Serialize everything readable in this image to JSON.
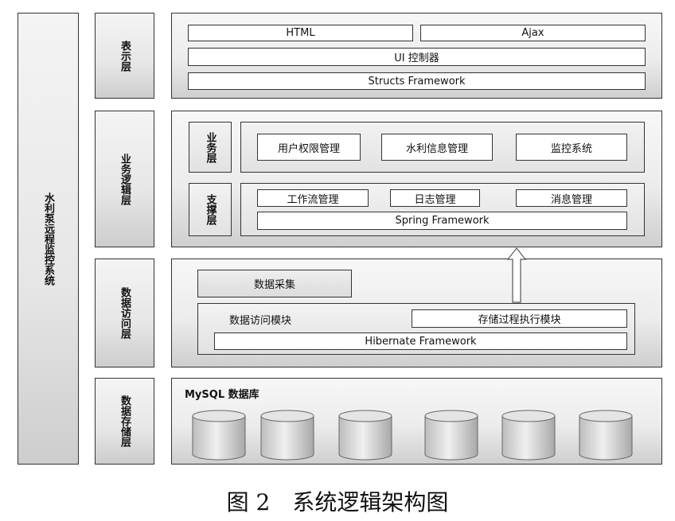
{
  "system_label": "水利泵远程监控系统",
  "layers": {
    "presentation": {
      "label": "表示层",
      "html": "HTML",
      "ajax": "Ajax",
      "ui_controller": "UI 控制器",
      "structs": "Structs Framework"
    },
    "business": {
      "label": "业务逻辑层",
      "service": {
        "label": "业务层",
        "items": [
          "用户权限管理",
          "水利信息管理",
          "监控系统"
        ]
      },
      "support": {
        "label": "支撑层",
        "items": [
          "工作流管理",
          "日志管理",
          "消息管理"
        ],
        "framework": "Spring Framework"
      }
    },
    "data_access": {
      "label": "数据访问层",
      "collection": "数据采集",
      "module": "数据访问模块",
      "stored_proc": "存储过程执行模块",
      "framework": "Hibernate Framework"
    },
    "storage": {
      "label": "数据存储层",
      "db_title": "MySQL 数据库",
      "db_count": 6
    }
  },
  "caption": "图 2　系统逻辑架构图"
}
